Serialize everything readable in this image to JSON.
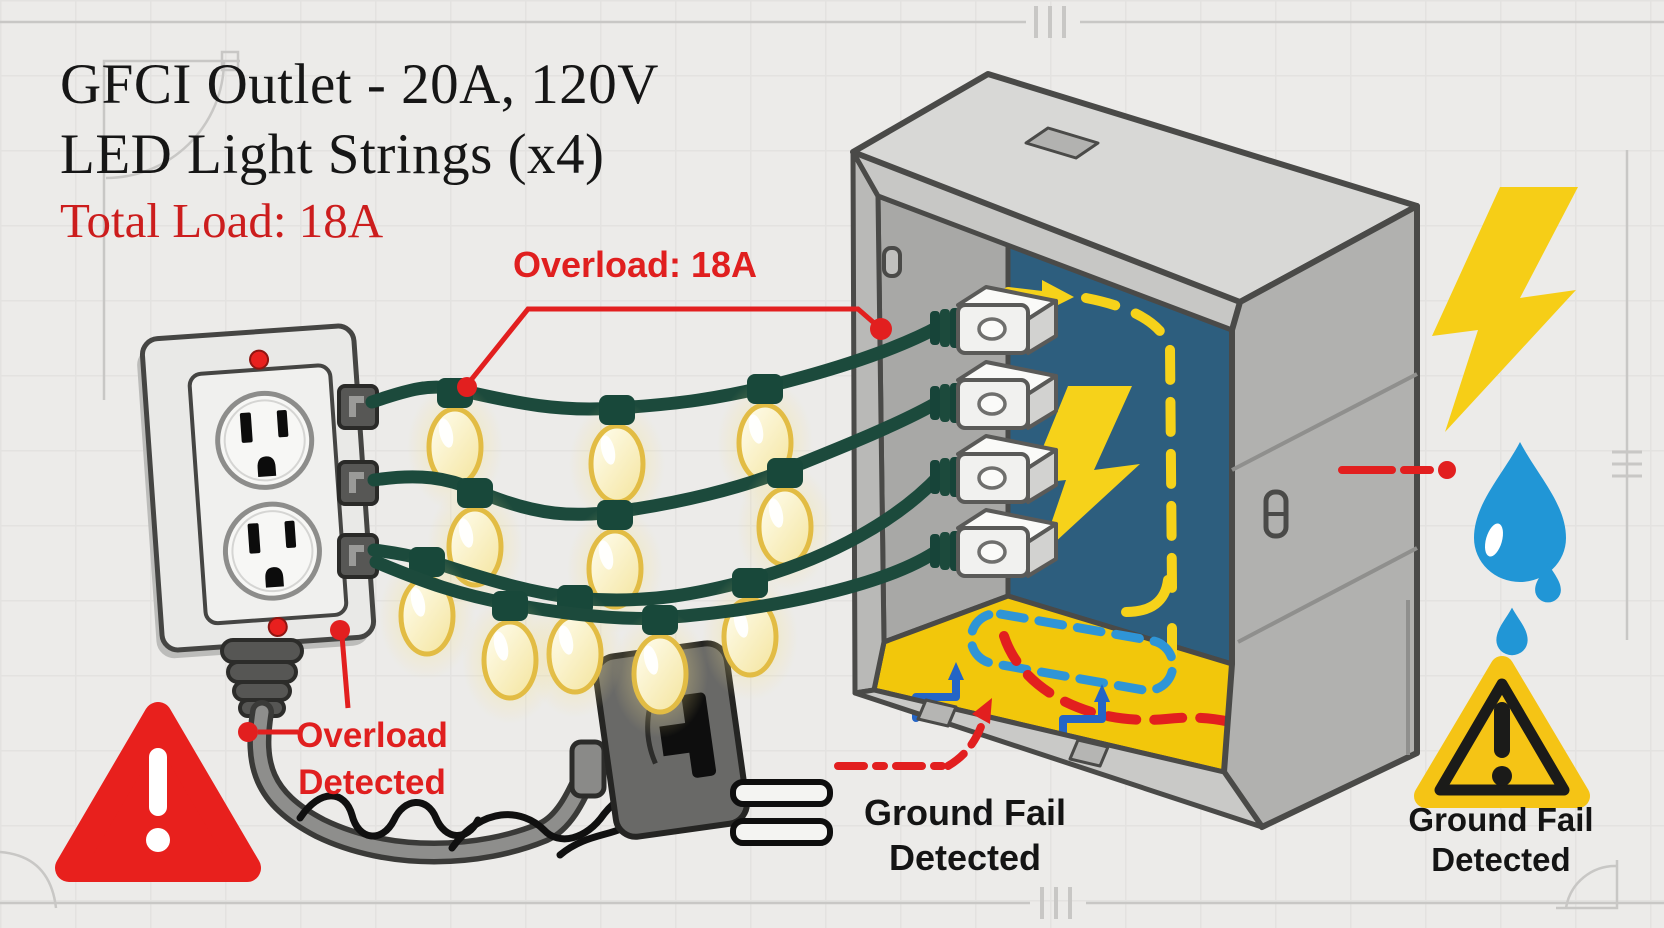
{
  "title": {
    "line1": "GFCI Outlet - 20A, 120V",
    "line2": "LED Light Strings (x4)",
    "line3": "Total Load: 18A"
  },
  "callouts": {
    "overload_top": "Overload: 18A",
    "overload_detected": {
      "line1": "Overload",
      "line2": "Detected"
    },
    "ground_fail_center": {
      "line1": "Ground Fail",
      "line2": "Detected"
    },
    "ground_fail_right": {
      "line1": "Ground Fail",
      "line2": "Detected"
    }
  },
  "components": {
    "outlet": "gfci-duplex-outlet",
    "light_strings": "led-light-strings",
    "junction_box": "junction-box",
    "plug": "power-plug",
    "icons": [
      "lightning-bolt-icon",
      "water-drop-icon",
      "warning-triangle-icon",
      "alert-triangle-icon"
    ]
  },
  "colors": {
    "alert_red": "#e21f1f",
    "wire_green": "#1c4a3c",
    "bulb_yellow": "#f6e8a6",
    "interior_blue": "#2d5e7e",
    "floor_yellow": "#f2c70b",
    "bolt_yellow": "#f6ce17",
    "drop_blue": "#2196d6",
    "warning_yellow": "#f5c415",
    "box_gray": "#c6c6c4",
    "title_black": "#161616"
  }
}
